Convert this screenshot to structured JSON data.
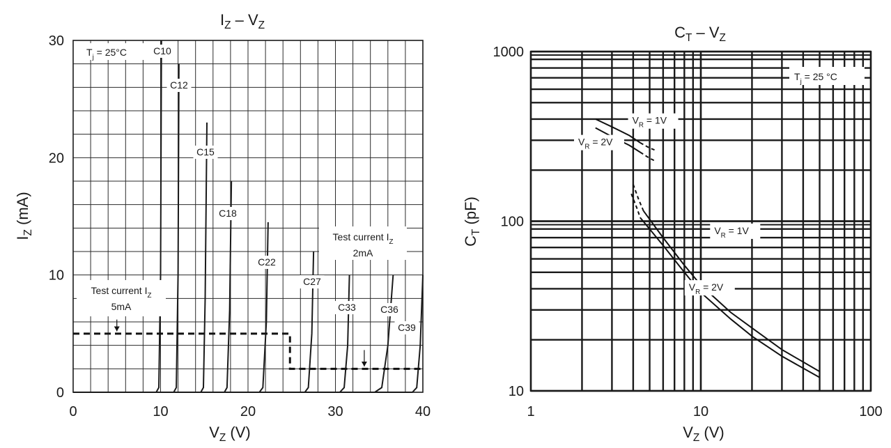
{
  "chart_data": [
    {
      "type": "line",
      "title": {
        "main": "I",
        "sub": "Z",
        "sep": "–",
        "main2": "V",
        "sub2": "Z"
      },
      "xlabel": {
        "main": "V",
        "sub": "Z",
        "unit": "(V)"
      },
      "ylabel": {
        "main": "I",
        "sub": "Z",
        "unit": "(mA)"
      },
      "xlim": [
        0,
        40
      ],
      "ylim": [
        0,
        30
      ],
      "xticks": [
        "0",
        "10",
        "20",
        "30",
        "40"
      ],
      "yticks": [
        "0",
        "10",
        "20",
        "30"
      ],
      "grid": true,
      "condition": {
        "main": "T",
        "sub": "j",
        "rest": " = 25°C"
      },
      "series": [
        {
          "name": "C10",
          "x": [
            0,
            9.5,
            9.8,
            10.0,
            10.1
          ],
          "y": [
            0,
            0,
            0.4,
            10,
            30
          ]
        },
        {
          "name": "C12",
          "x": [
            0,
            11.5,
            11.8,
            12.0,
            12.1
          ],
          "y": [
            0,
            0,
            0.4,
            10,
            28
          ]
        },
        {
          "name": "C15",
          "x": [
            0,
            14.6,
            14.9,
            15.1,
            15.3
          ],
          "y": [
            0,
            0,
            0.4,
            8,
            23
          ]
        },
        {
          "name": "C18",
          "x": [
            0,
            17.3,
            17.6,
            17.9,
            18.1
          ],
          "y": [
            0,
            0,
            0.4,
            7,
            18
          ]
        },
        {
          "name": "C22",
          "x": [
            0,
            21.3,
            21.7,
            22.1,
            22.3
          ],
          "y": [
            0,
            0,
            0.4,
            6,
            14.5
          ]
        },
        {
          "name": "C27",
          "x": [
            0,
            26.5,
            26.9,
            27.3,
            27.5
          ],
          "y": [
            0,
            0,
            0.4,
            5,
            12
          ]
        },
        {
          "name": "C33",
          "x": [
            0,
            30.5,
            31.0,
            31.4,
            31.6
          ],
          "y": [
            0,
            0,
            0.4,
            4,
            10
          ]
        },
        {
          "name": "C36",
          "x": [
            0,
            34.5,
            35.3,
            36.0,
            36.6
          ],
          "y": [
            0,
            0,
            0.4,
            4,
            10
          ]
        },
        {
          "name": "C39",
          "x": [
            0,
            38.8,
            39.3,
            39.7,
            40.0
          ],
          "y": [
            0,
            0,
            0.4,
            4,
            10
          ]
        }
      ],
      "test_current_lines": [
        {
          "x": [
            0,
            24.8,
            24.8,
            40
          ],
          "y": [
            5,
            5,
            2,
            2
          ]
        }
      ],
      "annotations": [
        {
          "line1": {
            "main": "Test current I",
            "sub": "Z"
          },
          "line2": "5mA",
          "arrow_x": 5,
          "arrow_y_from": 6.2,
          "arrow_y_to": 5.2
        },
        {
          "line1": {
            "main": "Test current I",
            "sub": "Z"
          },
          "line2": "2mA",
          "arrow_x": 33.3,
          "arrow_y_from": 3.6,
          "arrow_y_to": 2.2
        }
      ]
    },
    {
      "type": "line",
      "title": {
        "main": "C",
        "sub": "T",
        "sep": "–",
        "main2": "V",
        "sub2": "Z"
      },
      "xlabel": {
        "main": "V",
        "sub": "Z",
        "unit": "(V)"
      },
      "ylabel": {
        "main": "C",
        "sub": "T",
        "unit": "(pF)"
      },
      "xscale": "log",
      "yscale": "log",
      "xlim": [
        1,
        100
      ],
      "ylim": [
        10,
        1000
      ],
      "xticks": [
        "1",
        "10",
        "100"
      ],
      "yticks": [
        "10",
        "100",
        "1000"
      ],
      "grid": true,
      "condition": {
        "main": "T",
        "sub": "j",
        "rest": " = 25 °C"
      },
      "series": [
        {
          "name": "VR=1V (low)",
          "x": [
            2.4,
            3.0,
            3.8,
            4.4
          ],
          "y": [
            400,
            360,
            320,
            290
          ],
          "dash": false
        },
        {
          "name": "VR=1V (low ext)",
          "x": [
            4.4,
            5.0,
            5.4
          ],
          "y": [
            290,
            270,
            262
          ],
          "dash": true
        },
        {
          "name": "VR=2V (low)",
          "x": [
            2.4,
            3.0,
            3.8,
            4.4
          ],
          "y": [
            355,
            315,
            280,
            255
          ],
          "dash": false
        },
        {
          "name": "VR=2V (low ext)",
          "x": [
            4.4,
            5.0,
            5.4
          ],
          "y": [
            255,
            235,
            226
          ],
          "dash": true
        },
        {
          "name": "VR=1V (high ext)",
          "x": [
            4.0,
            4.3,
            4.6
          ],
          "y": [
            165,
            135,
            115
          ],
          "dash": true
        },
        {
          "name": "VR=1V (high)",
          "x": [
            4.6,
            6,
            8,
            10,
            15,
            20,
            30,
            50
          ],
          "y": [
            115,
            80,
            55,
            42,
            29,
            23.5,
            17.5,
            13
          ],
          "dash": false
        },
        {
          "name": "VR=2V (high ext)",
          "x": [
            3.9,
            4.2,
            4.4
          ],
          "y": [
            145,
            120,
            105
          ],
          "dash": true
        },
        {
          "name": "VR=2V (high)",
          "x": [
            4.4,
            6,
            8,
            10,
            15,
            20,
            30,
            50
          ],
          "y": [
            105,
            72,
            50,
            38,
            26.5,
            21,
            16,
            12
          ],
          "dash": false
        }
      ],
      "labels": [
        {
          "main": "V",
          "sub": "R",
          "rest": " = 1V",
          "x": 3.95,
          "y": 375
        },
        {
          "main": "V",
          "sub": "R",
          "rest": " = 2V",
          "x": 1.9,
          "y": 280
        },
        {
          "main": "V",
          "sub": "R",
          "rest": " = 1V",
          "x": 12.0,
          "y": 84
        },
        {
          "main": "V",
          "sub": "R",
          "rest": " = 2V",
          "x": 8.5,
          "y": 39
        }
      ]
    }
  ]
}
